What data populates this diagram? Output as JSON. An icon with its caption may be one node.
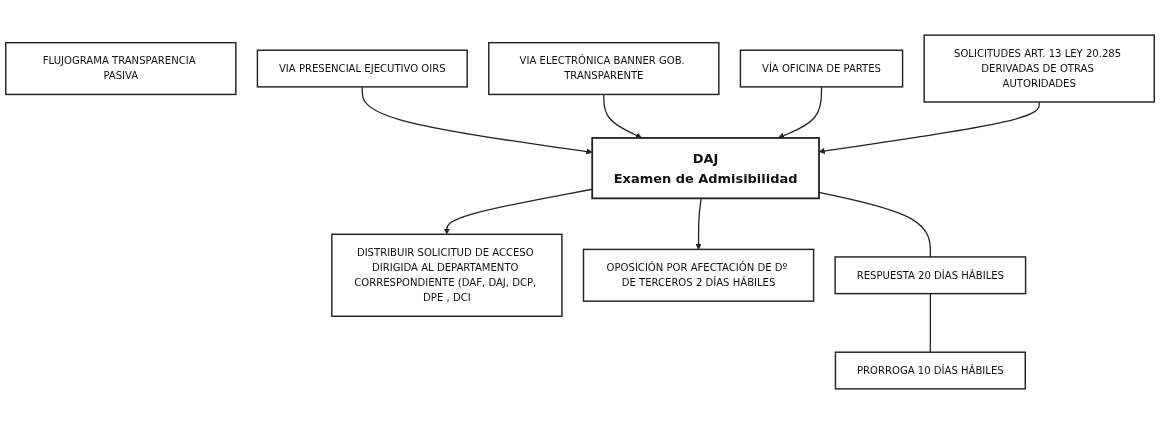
{
  "diagram": {
    "nodes": [
      {
        "text": [
          "FLUJOGRAMA TRANSPARENCIA PASIVA"
        ]
      },
      {
        "text": [
          "VIA PRESENCIAL EJECUTIVO OIRS"
        ]
      },
      {
        "text": [
          "VIA ELECTRÓNICA BANNER GOB. TRANSPARENTE"
        ]
      },
      {
        "text": [
          "VÍA OFICINA DE PARTES"
        ]
      },
      {
        "text": [
          "SOLICITUDES ART. 13 LEY 20.285 DERIVADAS DE OTRAS AUTORIDADES"
        ]
      },
      {
        "text": [
          "DISTRIBUIR SOLICITUD DE ACCESO DIRIGIDA AL DEPARTAMENTO CORRESPONDIENTE (DAF, DAJ, DCP, DPE , DCI"
        ]
      },
      {
        "text": [
          "DAJ",
          "Examen de Admisibilidad"
        ]
      },
      {
        "text": [
          "OPOSICIÓN POR AFECTACIÓN DE Dº DE TERCEROS 2 DÍAS HÁBILES"
        ]
      },
      {
        "text": [
          "RESPUESTA 20 DÍAS HÁBILES"
        ]
      },
      {
        "text": [
          "PRORROGA 10 DÍAS HÁBILES"
        ]
      }
    ],
    "edges": [
      {
        "from": 1,
        "to": 6,
        "arrow": "to"
      },
      {
        "from": 2,
        "to": 6,
        "arrow": "to"
      },
      {
        "from": 3,
        "to": 6,
        "arrow": "to"
      },
      {
        "from": 4,
        "to": 6,
        "arrow": "to"
      },
      {
        "from": 6,
        "to": 5,
        "arrow": "to"
      },
      {
        "from": 6,
        "to": 7,
        "arrow": "to"
      },
      {
        "from": 6,
        "to": 8,
        "arrow": "none"
      },
      {
        "from": 8,
        "to": 9,
        "arrow": "none"
      }
    ]
  }
}
